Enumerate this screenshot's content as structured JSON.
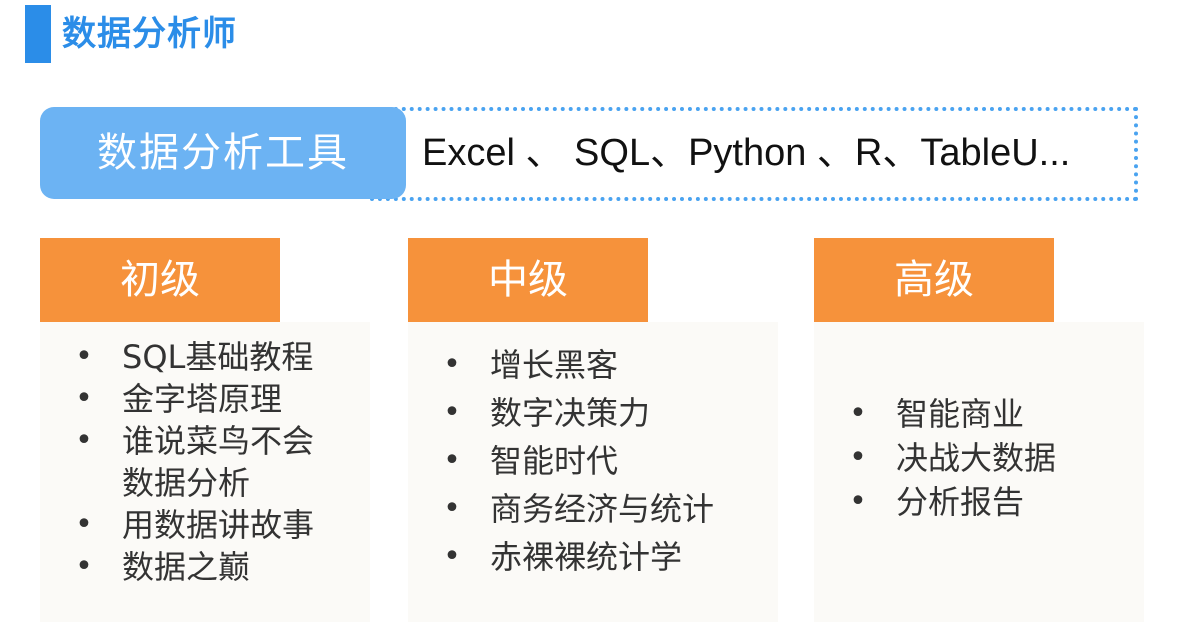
{
  "slide": {
    "title": "数据分析师",
    "tools": {
      "label": "数据分析工具",
      "value": "Excel 、 SQL、Python 、R、TableU..."
    },
    "levels": [
      {
        "name": "初级",
        "items": [
          "SQL基础教程",
          "金字塔原理",
          "谁说菜鸟不会数据分析",
          "用数据讲故事",
          "数据之巅"
        ]
      },
      {
        "name": "中级",
        "items": [
          "增长黑客",
          "数字决策力",
          "智能时代",
          "商务经济与统计",
          "赤裸裸统计学"
        ]
      },
      {
        "name": "高级",
        "items": [
          "智能商业",
          "决战大数据",
          "分析报告"
        ]
      }
    ],
    "colors": {
      "accent_blue": "#2b8de8",
      "tool_label_bg": "#6cb3f3",
      "level_header_bg": "#f6923b"
    }
  }
}
